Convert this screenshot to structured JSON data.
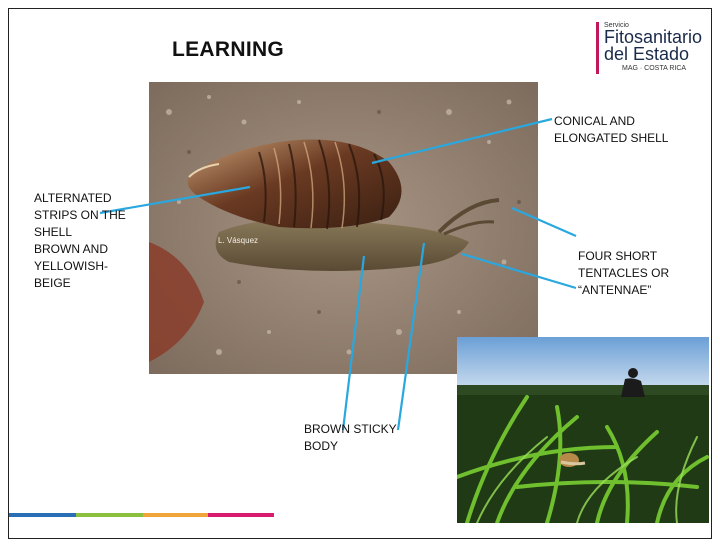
{
  "slide": {
    "title": "LEARNING",
    "logo": {
      "small_text": "Servicio",
      "line1": "Fitosanitario",
      "line2": "del Estado",
      "subline": "MAG · COSTA RICA"
    },
    "photo_credit": "L. Vásquez",
    "labels": {
      "shell": [
        "CONICAL AND",
        "ELONGATED SHELL"
      ],
      "strips": [
        "ALTERNATED",
        "STRIPS ON THE",
        "SHELL",
        "BROWN AND",
        "YELLOWISH-",
        "BEIGE"
      ],
      "tentacles": [
        "FOUR SHORT",
        "TENTACLES OR",
        "“ANTENNAE”"
      ],
      "body": [
        "BROWN STICKY",
        "BODY"
      ]
    },
    "colors": {
      "arrow": "#29a8e0",
      "bar": [
        "#2a6fb5",
        "#8dbf3f",
        "#f0a53a",
        "#d81b6f"
      ]
    }
  }
}
